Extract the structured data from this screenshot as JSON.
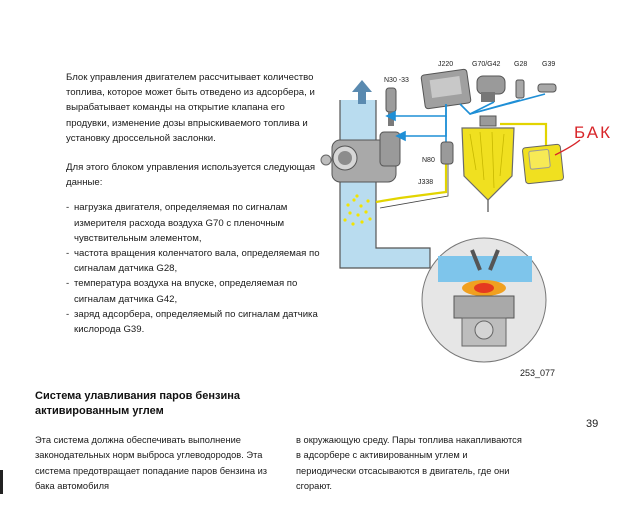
{
  "intro": {
    "paragraph1": "Блок управления двигателем рассчитывает количество топлива, которое может быть отведено из адсорбера, и вырабатывает команды на открытие клапана его продувки, изменение дозы впрыскиваемого топлива и установку дроссельной заслонки.",
    "paragraph2": "Для этого блоком управления используется следующая данные:",
    "bullets": [
      "нагрузка двигателя, определяемая по сигналам измерителя расхода воздуха G70 с пленочным чувствительным элементом,",
      "частота вращения коленчатого вала, определяемая по сигналам датчика G28,",
      "температура воздуха на впуске, определяемая по сигналам датчика G42,",
      "заряд адсорбера, определяемый по сигналам датчика кислорода G39."
    ]
  },
  "diagram": {
    "labels": {
      "j220": "J220",
      "g70_g42": "G70/G42",
      "g28": "G28",
      "g39": "G39",
      "n30_33": "N30 -33",
      "n80": "N80",
      "j338": "J338"
    },
    "handwritten": "БАК",
    "figure_ref": "253_077"
  },
  "section": {
    "heading": "Система улавливания паров бензина активированным углем",
    "col1": "Эта система должна обеспечивать выполнение законодательных норм выброса углеводородов. Эта система предотвращает попадание паров бензина из бака автомобиля",
    "col2": "в окружающую среду. Пары топлива накапливаются в адсорбере с активированным углем и периодически отсасываются в двигатель, где они сгорают."
  },
  "page_number": "39",
  "colors": {
    "blue_line": "#1f8fd6",
    "yellow_line": "#e2d400",
    "intake_blue": "#b9dcef",
    "charcoal_yellow": "#f0e020",
    "handwriting_red": "#d8262a"
  }
}
